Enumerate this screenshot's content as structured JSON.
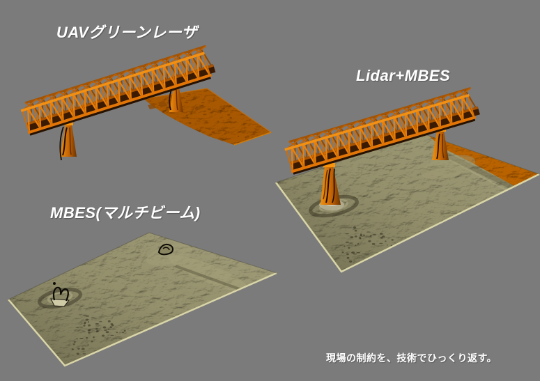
{
  "panels": [
    {
      "id": "uav-green-laser",
      "label": "UAVグリーンレーザ"
    },
    {
      "id": "lidar-mbes",
      "label": "Lidar+MBES"
    },
    {
      "id": "mbes-multibeam",
      "label": "MBES(マルチビーム)"
    }
  ],
  "caption": {
    "text": "現場の制約を、技術でひっくり返す。"
  },
  "colors": {
    "background": "#7b7b7b",
    "text": "#ffffff",
    "bridge_orange": "#e87e0a",
    "bridge_shadow": "#3a1a01",
    "terrain_olive": "#9b9772",
    "terrain_edge_highlight": "#d9d5a8",
    "shoreline_orange": "#b86205",
    "ground_strip_orange": "#a85803"
  }
}
